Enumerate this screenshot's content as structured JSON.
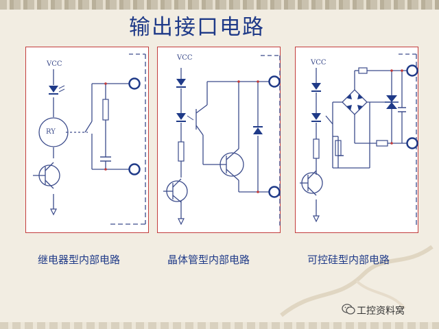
{
  "slide": {
    "title": "输出接口电路"
  },
  "panels": [
    {
      "caption": "继电器型内部电路",
      "vcc": "VCC",
      "relay": "RY"
    },
    {
      "caption": "晶体管型内部电路",
      "vcc": "VCC"
    },
    {
      "caption": "可控硅型内部电路",
      "vcc": "VCC"
    }
  ],
  "brand": {
    "name": "工控资料窝",
    "icon": "wechat-icon"
  },
  "colors": {
    "title": "#1f3a88",
    "wire": "#3a4a8a",
    "panel_border": "#c23a3a",
    "terminal": "#1f3a88",
    "led": "#1f3a88"
  }
}
